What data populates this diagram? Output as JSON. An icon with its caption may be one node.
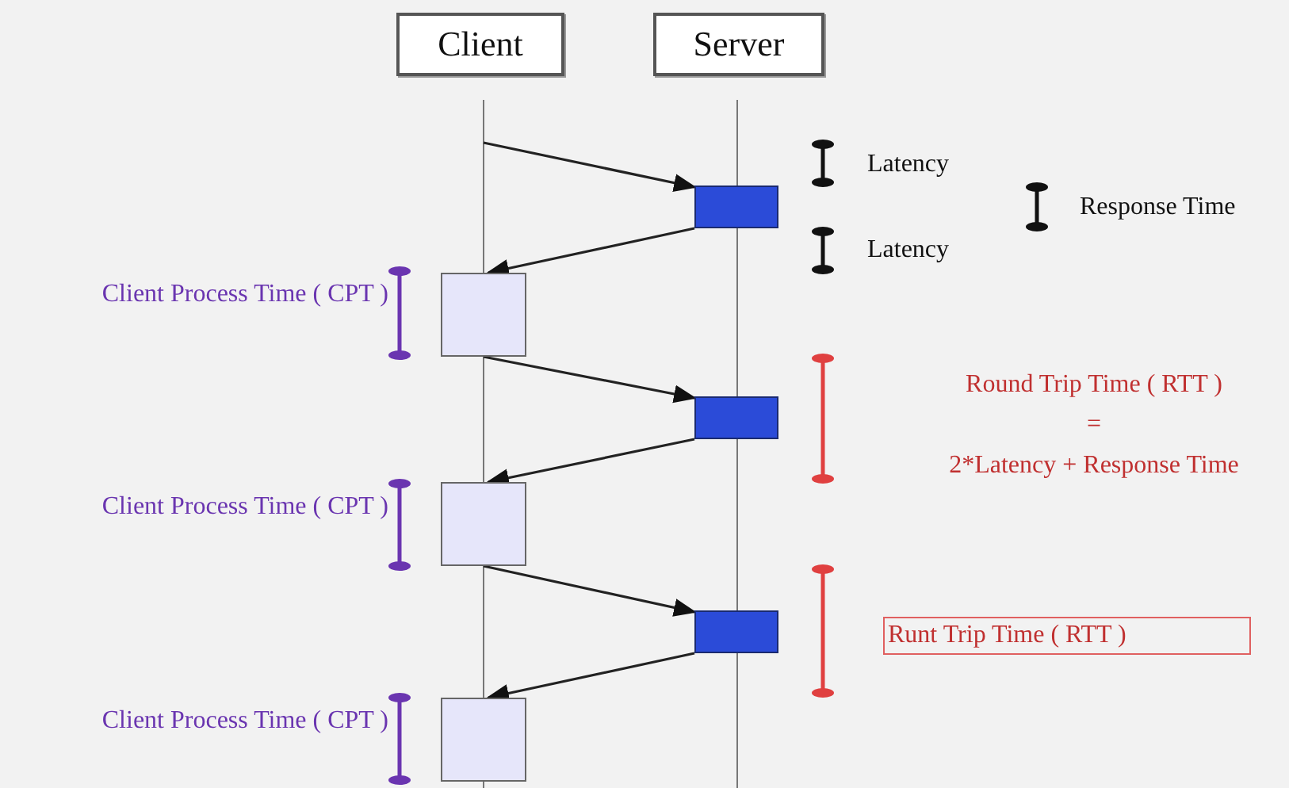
{
  "diagram": {
    "nodes": [
      {
        "text": [
          "Client"
        ]
      },
      {
        "text": [
          "Server"
        ]
      },
      {
        "text": [],
        "shape": "box"
      },
      {
        "text": [],
        "shape": "box"
      },
      {
        "text": [],
        "shape": "box"
      },
      {
        "text": [],
        "shape": "box"
      },
      {
        "text": [],
        "shape": "box"
      },
      {
        "text": [],
        "shape": "box"
      },
      {
        "text": [
          "Runt Trip Time ( RTT )"
        ]
      }
    ],
    "edges": [
      {
        "from": null,
        "to": 2,
        "arrow": "to"
      },
      {
        "from": 2,
        "to": 3,
        "arrow": "to"
      },
      {
        "from": 3,
        "to": 4,
        "arrow": "to"
      },
      {
        "from": 4,
        "to": 5,
        "arrow": "to"
      },
      {
        "from": 5,
        "to": 6,
        "arrow": "to"
      },
      {
        "from": 6,
        "to": 7,
        "arrow": "to"
      }
    ],
    "labels": [
      "Latency",
      "Response Time",
      "Latency",
      "Client Process Time ( CPT )",
      "Round Trip Time ( RTT )",
      "=",
      "2*Latency + Response Time",
      "Client Process Time ( CPT )",
      "Client Process Time ( CPT )"
    ]
  }
}
